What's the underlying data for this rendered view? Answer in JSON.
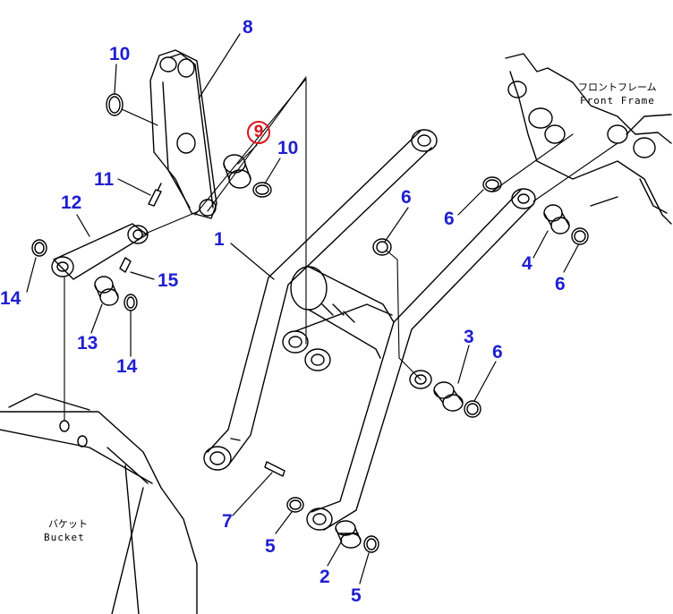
{
  "callouts": {
    "c1": "1",
    "c2": "2",
    "c3": "3",
    "c4": "4",
    "c5a": "5",
    "c5b": "5",
    "c6a": "6",
    "c6b": "6",
    "c6c": "6",
    "c6d": "6",
    "c7": "7",
    "c8": "8",
    "c9": "9",
    "c10a": "10",
    "c10b": "10",
    "c11": "11",
    "c12": "12",
    "c13": "13",
    "c14a": "14",
    "c14b": "14",
    "c15": "15"
  },
  "labels": {
    "front_frame_jp": "フロントフレーム",
    "front_frame_en": "Front Frame",
    "bucket_jp": "バケット",
    "bucket_en": "Bucket"
  },
  "colors": {
    "callout": "#1f1fd0",
    "highlight": "#d8141e",
    "linework": "#000000"
  }
}
